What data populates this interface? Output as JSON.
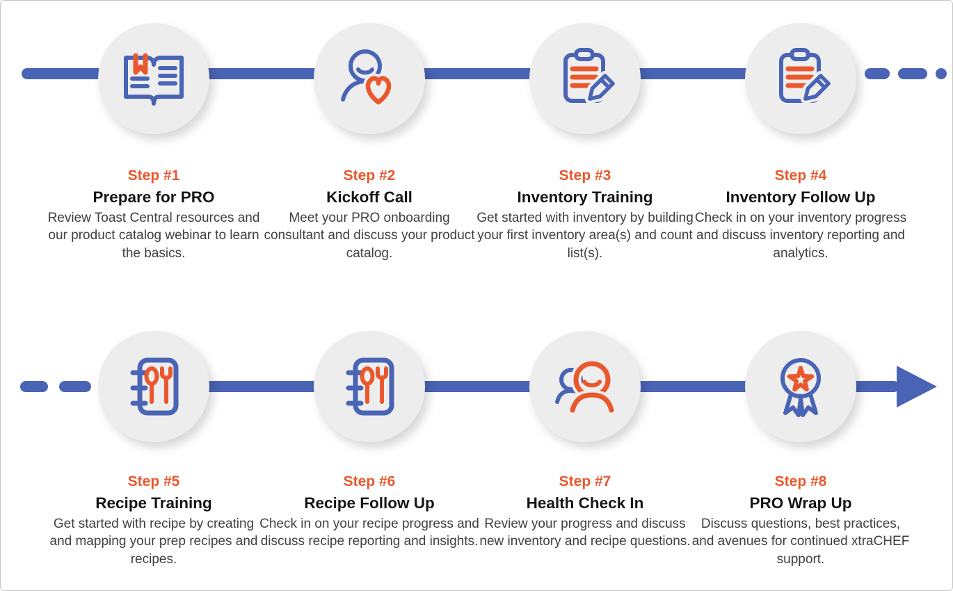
{
  "colors": {
    "blue": "#4a64b5",
    "orange": "#e9582c",
    "circle_fill": "#ededed",
    "title_text": "#161616",
    "body_text": "#3f3f3f"
  },
  "rows": [
    {
      "steps": [
        {
          "label": "Step #1",
          "title": "Prepare for PRO",
          "description": "Review Toast Central resources and our product catalog webinar to learn the basics.",
          "icon": "open-book-icon"
        },
        {
          "label": "Step #2",
          "title": "Kickoff Call",
          "description": "Meet your PRO onboarding consultant and discuss your product catalog.",
          "icon": "person-heart-icon"
        },
        {
          "label": "Step #3",
          "title": "Inventory Training",
          "description": "Get started with inventory by building your first inventory area(s) and count list(s).",
          "icon": "clipboard-pencil-icon"
        },
        {
          "label": "Step #4",
          "title": "Inventory Follow Up",
          "description": "Check in on your inventory progress and discuss inventory reporting and analytics.",
          "icon": "clipboard-pencil-icon"
        }
      ]
    },
    {
      "steps": [
        {
          "label": "Step #5",
          "title": "Recipe Training",
          "description": "Get started with recipe by creating and mapping your prep recipes and recipes.",
          "icon": "recipe-book-icon"
        },
        {
          "label": "Step #6",
          "title": "Recipe Follow Up",
          "description": "Check in on your recipe progress and discuss recipe reporting and insights.",
          "icon": "recipe-book-icon"
        },
        {
          "label": "Step #7",
          "title": "Health Check In",
          "description": "Review your progress and discuss new inventory and recipe questions.",
          "icon": "two-people-icon"
        },
        {
          "label": "Step #8",
          "title": "PRO Wrap Up",
          "description": "Discuss questions, best practices, and avenues for continued xtraCHEF support.",
          "icon": "award-ribbon-icon"
        }
      ]
    }
  ]
}
